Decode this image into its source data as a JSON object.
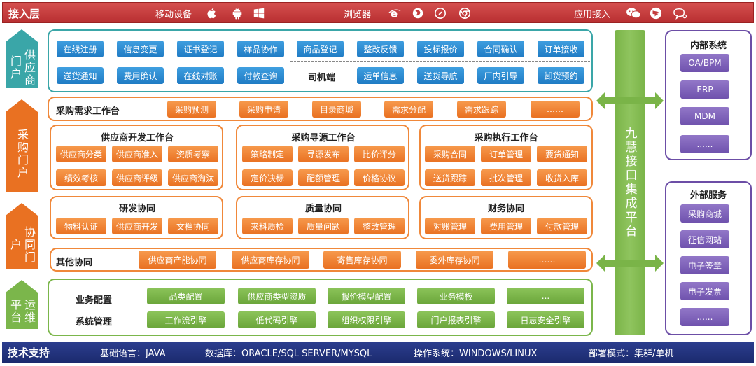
{
  "access_layer": {
    "title": "接入层",
    "mobile": "移动设备",
    "browser": "浏览器",
    "app_access": "应用接入",
    "mobile_icons": [
      "apple-icon",
      "android-icon",
      "windows-icon"
    ],
    "browser_icons": [
      "ie-icon",
      "firefox-icon",
      "safari-icon",
      "chrome-icon"
    ],
    "app_icons": [
      "wechat-icon",
      "dingtalk-icon",
      "chat-bubble-icon"
    ]
  },
  "side_labels": {
    "supplier_portal": "供应商门户",
    "purchase_portal": "采购门户",
    "collab_portal": "协同门户",
    "ops_platform": "运维平台"
  },
  "supplier": {
    "row1": [
      "在线注册",
      "信息变更",
      "证书登记",
      "样品协作",
      "商品登记",
      "整改反馈",
      "投标报价",
      "合同确认",
      "订单接收"
    ],
    "row2": [
      "送货通知",
      "费用确认",
      "在线对账",
      "付款查询"
    ],
    "driver_title": "司机端",
    "driver_items": [
      "运单信息",
      "送货导航",
      "厂内引导",
      "卸货预约"
    ]
  },
  "purchase_demand": {
    "title": "采购需求工作台",
    "items": [
      "采购预测",
      "采购申请",
      "目录商城",
      "需求分配",
      "需求跟踪",
      "……"
    ]
  },
  "supplier_dev": {
    "title": "供应商开发工作台",
    "items": [
      "供应商分类",
      "供应商准入",
      "资质考察",
      "绩效考核",
      "供应商评级",
      "供应商淘汰"
    ]
  },
  "sourcing": {
    "title": "采购寻源工作台",
    "items": [
      "策略制定",
      "寻源发布",
      "比价评分",
      "定价决标",
      "配额管理",
      "价格协议"
    ]
  },
  "execution": {
    "title": "采购执行工作台",
    "items": [
      "采购合同",
      "订单管理",
      "要货通知",
      "送货跟踪",
      "批次管理",
      "收货入库"
    ]
  },
  "rd": {
    "title": "研发协同",
    "items": [
      "物料认证",
      "供应商开发",
      "文档协同"
    ]
  },
  "quality": {
    "title": "质量协同",
    "items": [
      "来料质检",
      "质量问题",
      "整改管理"
    ]
  },
  "finance": {
    "title": "财务协同",
    "items": [
      "对账管理",
      "费用管理",
      "付款管理"
    ]
  },
  "other": {
    "title": "其他协同",
    "items": [
      "供应商产能协同",
      "供应商库存协同",
      "寄售库存协同",
      "委外库存协同",
      "……"
    ]
  },
  "ops": {
    "biz_config": "业务配置",
    "sys_mgmt": "系统管理",
    "row1": [
      "品类配置",
      "供应商类型资质",
      "报价模型配置",
      "业务模板",
      "..."
    ],
    "row2": [
      "工作流引擎",
      "低代码引擎",
      "组织权限引擎",
      "门户报表引擎",
      "日志安全引擎"
    ]
  },
  "integration": {
    "title": "九慧接口集成平台"
  },
  "internal": {
    "title": "内部系统",
    "items": [
      "OA/BPM",
      "ERP",
      "MDM",
      "......"
    ]
  },
  "external": {
    "title": "外部服务",
    "items": [
      "采购商城",
      "征信网站",
      "电子签章",
      "电子发票",
      "......"
    ]
  },
  "tech": {
    "title": "技术支持",
    "language": "基础语言：JAVA",
    "database": "数据库：ORACLE/SQL SERVER/MYSQL",
    "os": "操作系统：WINDOWS/LINUX",
    "deploy": "部署模式：集群/单机"
  },
  "colors": {
    "red": "#c43c3d",
    "blue": "#1f7bc4",
    "orange": "#e97122",
    "green": "#6aa53a",
    "purple": "#6f52ad",
    "navy": "#1b2a6e",
    "teal": "#3aa6a8"
  }
}
